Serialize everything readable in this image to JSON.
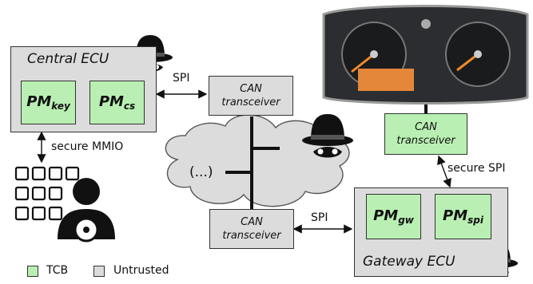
{
  "central_ecu": {
    "title": "Central ECU",
    "pm_key": "PM",
    "pm_key_sub": "key",
    "pm_cs": "PM",
    "pm_cs_sub": "cs"
  },
  "gateway_ecu": {
    "title": "Gateway ECU",
    "pm_gw": "PM",
    "pm_gw_sub": "gw",
    "pm_spi": "PM",
    "pm_spi_sub": "spi"
  },
  "transceivers": {
    "top": [
      "CAN",
      "transceiver"
    ],
    "bottom": [
      "CAN",
      "transceiver"
    ],
    "right": [
      "CAN",
      "transceiver"
    ]
  },
  "links": {
    "spi_top": "SPI",
    "secure_mmio": "secure MMIO",
    "secure_spi": "secure SPI",
    "spi_bottom": "SPI"
  },
  "cloud_label": "(...)",
  "legend": {
    "tcb": "TCB",
    "untrusted": "Untrusted"
  },
  "colors": {
    "tcb": "#b9efb3",
    "untrusted": "#dcdcdc"
  }
}
